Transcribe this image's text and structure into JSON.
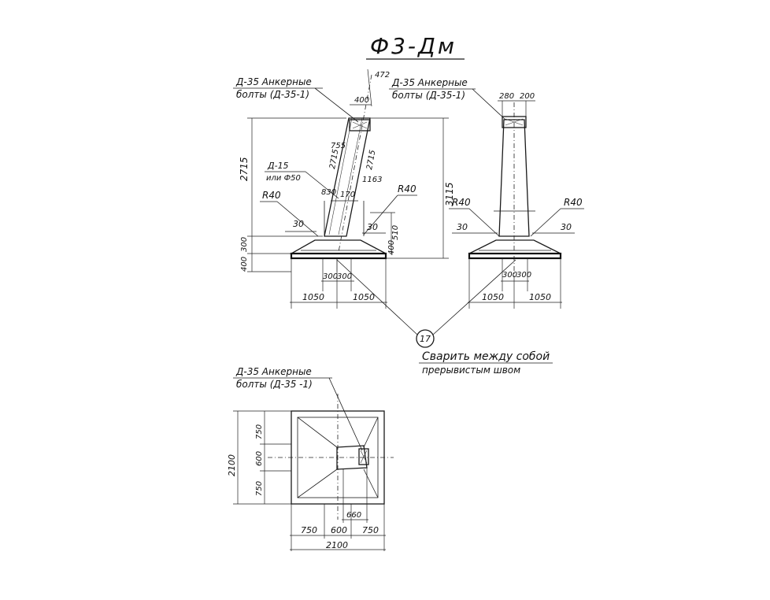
{
  "drawing": {
    "title": "Ф3-Дм",
    "side_view": {
      "callout_bolts_line1": "Д-35  Анкерные",
      "callout_bolts_line2": "болты  (Д-35-1)",
      "callout_d15_line1": "Д-15",
      "callout_d15_line2": "или Ф50",
      "dim_472": "472",
      "dim_400_top": "400",
      "dim_755": "755",
      "dim_2715_a": "2715",
      "dim_2715_b": "2715",
      "dim_2715_total": "2715",
      "dim_1163": "1163",
      "dim_830": "830",
      "dim_170": "170",
      "dim_r40_right": "R40",
      "dim_r40_left": "R40",
      "dim_30_left": "30",
      "dim_30_right": "30",
      "dim_510": "510",
      "dim_400_right": "400",
      "dim_300_left": "300",
      "dim_400_left": "400",
      "dim_3115": "3115",
      "dim_300_a": "300",
      "dim_300_b": "300",
      "dim_1050_left": "1050",
      "dim_1050_right": "1050"
    },
    "front_view": {
      "callout_bolts_line1": "Д-35  Анкерные",
      "callout_bolts_line2": "болты  (Д-35-1)",
      "dim_280": "280",
      "dim_200": "200",
      "dim_r40_left": "R40",
      "dim_r40_right": "R40",
      "dim_30_left": "30",
      "dim_30_right": "30",
      "dim_300_a": "300",
      "dim_300_b": "300",
      "dim_1050_left": "1050",
      "dim_1050_right": "1050"
    },
    "weld_note": {
      "marker": "17",
      "line1": "Сварить между собой",
      "line2": "прерывистым  швом"
    },
    "plan_view": {
      "callout_bolts_line1": "Д-35  Анкерные",
      "callout_bolts_line2": "болты  (Д-35 -1)",
      "dim_2100_v": "2100",
      "dim_750_top": "750",
      "dim_600_mid": "600",
      "dim_750_bot": "750",
      "dim_660": "660",
      "dim_750_l": "750",
      "dim_600_c": "600",
      "dim_750_r": "750",
      "dim_2100_h": "2100"
    }
  }
}
